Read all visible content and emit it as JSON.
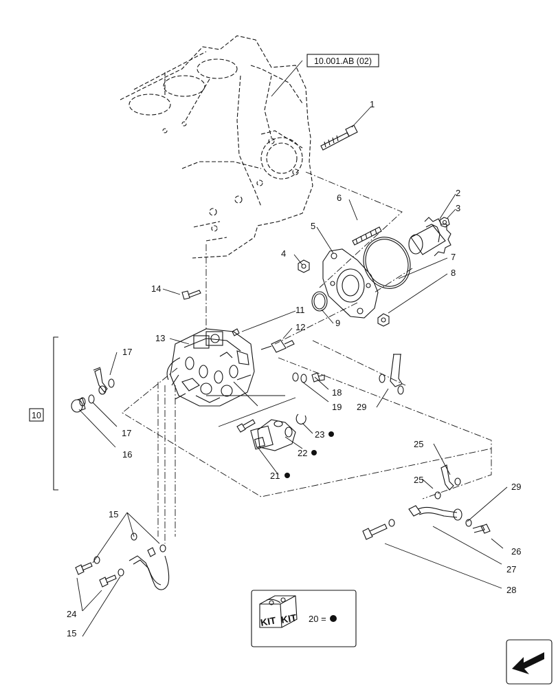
{
  "reference_box": "10.001.AB (02)",
  "group_box": "10",
  "callouts": {
    "n1": "1",
    "n2": "2",
    "n3": "3",
    "n4": "4",
    "n5": "5",
    "n6": "6",
    "n7": "7",
    "n8": "8",
    "n9": "9",
    "n11": "11",
    "n12": "12",
    "n13": "13",
    "n14": "14",
    "n15a": "15",
    "n15b": "15",
    "n16": "16",
    "n17a": "17",
    "n17b": "17",
    "n18": "18",
    "n19": "19",
    "n21": "21",
    "n22": "22",
    "n23": "23",
    "n24": "24",
    "n25a": "25",
    "n25b": "25",
    "n26": "26",
    "n27": "27",
    "n28": "28",
    "n29a": "29",
    "n29b": "29"
  },
  "kit": {
    "label1": "KIT",
    "label2": "KIT",
    "legend": "20 ="
  }
}
